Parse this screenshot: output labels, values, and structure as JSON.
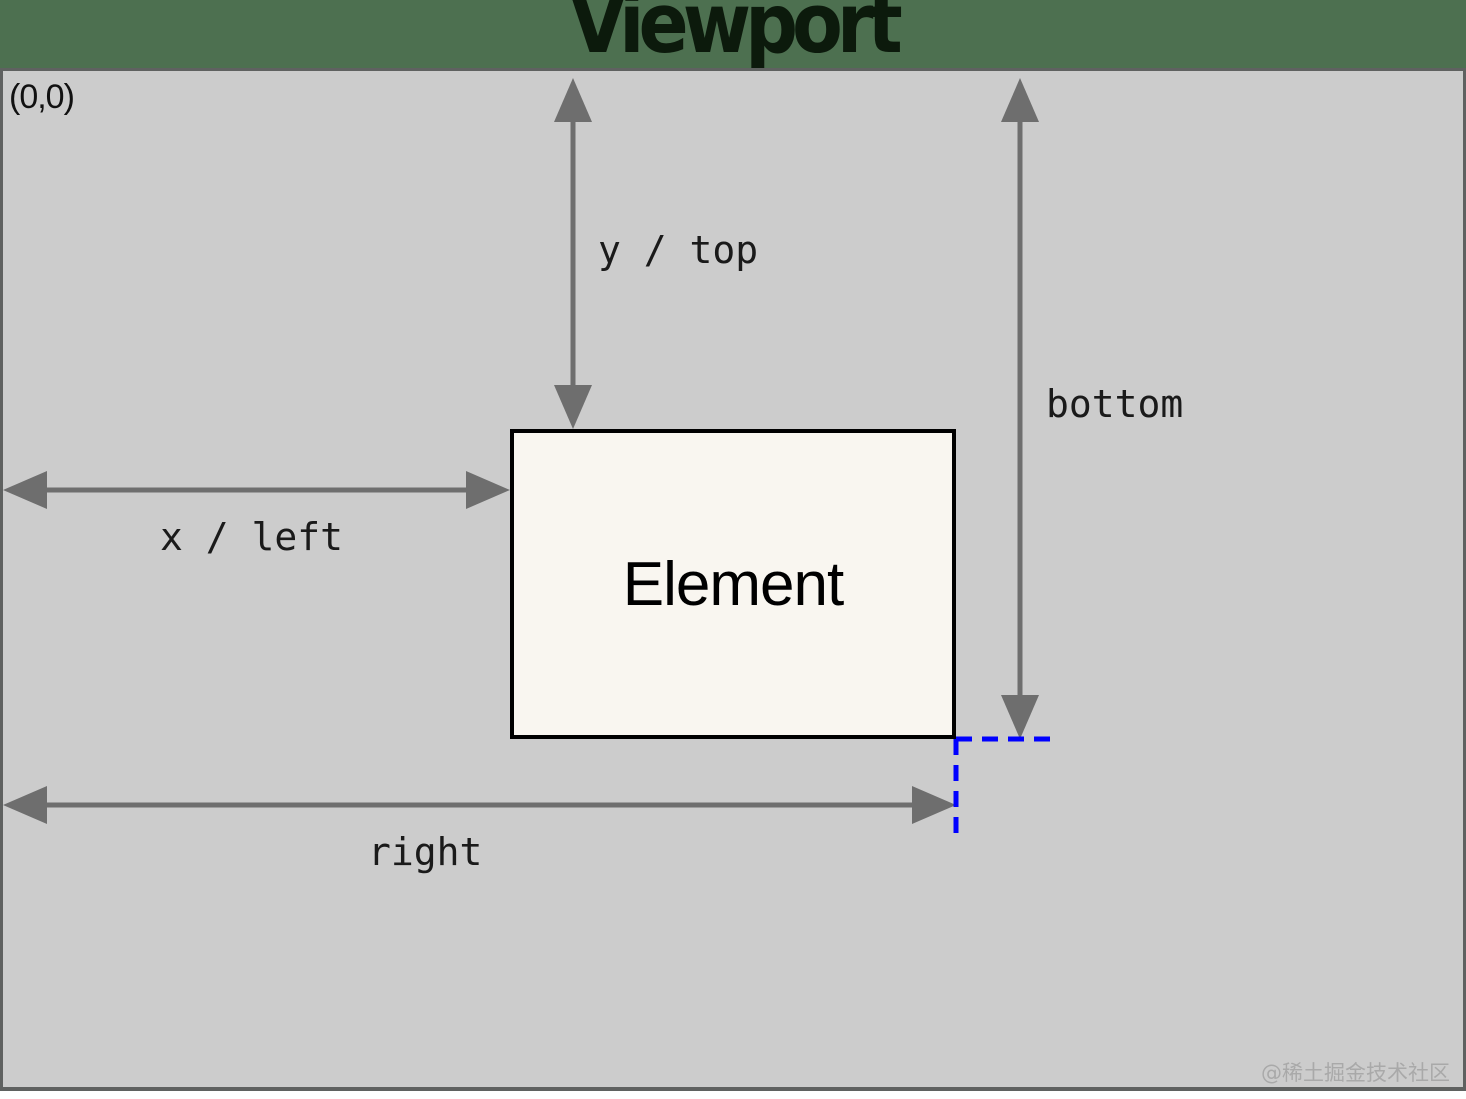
{
  "header": {
    "title": "Viewport",
    "background_color": "#4d7050",
    "title_color": "#0c1a0c"
  },
  "viewport": {
    "name": "viewport-panel",
    "background_color": "#cccccc",
    "border_color": "#5f6160",
    "origin_label": "(0,0)"
  },
  "element": {
    "label": "Element",
    "fill_color": "#f9f6f0",
    "border_color": "#000000"
  },
  "measurements": [
    {
      "key": "y_top",
      "label": "y / top",
      "orientation": "vertical",
      "description": "distance from viewport top edge to element top edge"
    },
    {
      "key": "x_left",
      "label": "x / left",
      "orientation": "horizontal",
      "description": "distance from viewport left edge to element left edge"
    },
    {
      "key": "bottom",
      "label": "bottom",
      "orientation": "vertical",
      "description": "distance from viewport top edge to element bottom edge"
    },
    {
      "key": "right",
      "label": "right",
      "orientation": "horizontal",
      "description": "distance from viewport left edge to element right edge"
    }
  ],
  "guides": {
    "color": "#0000ff",
    "style": "dashed",
    "description": "projection lines from element bottom-right corner"
  },
  "arrows": {
    "color": "#6e6e6e"
  },
  "watermark": {
    "text": "@稀土掘金技术社区",
    "color": "#a9a9a9"
  }
}
